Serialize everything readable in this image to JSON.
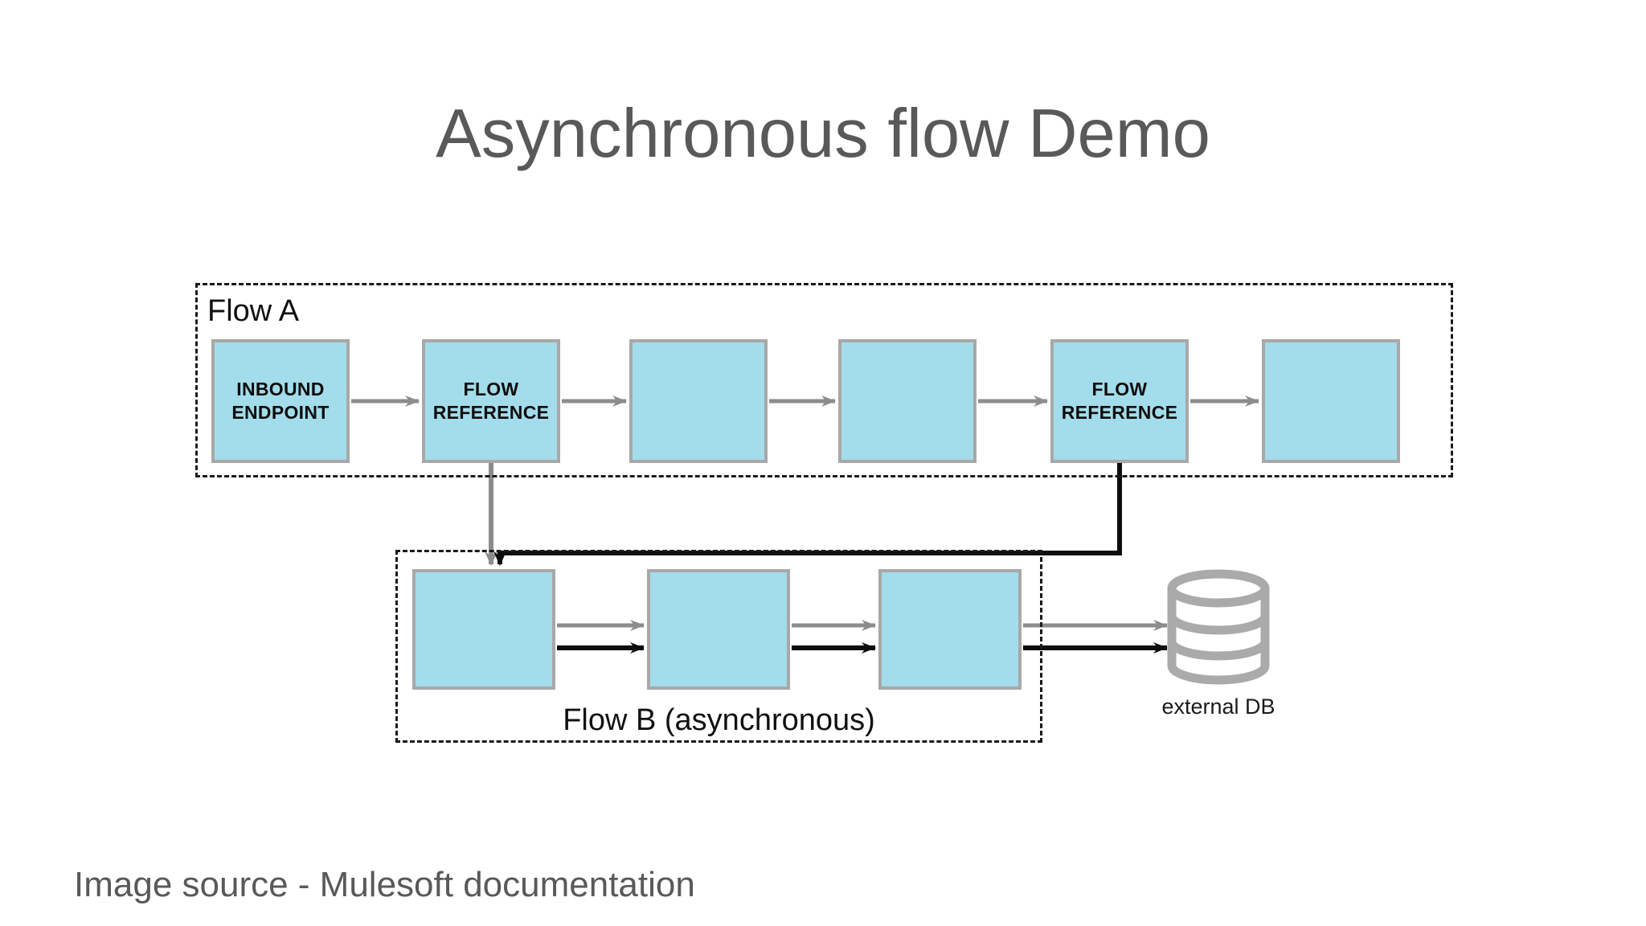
{
  "slide": {
    "title": "Asynchronous flow Demo",
    "source_caption": "Image source - Mulesoft documentation",
    "title_color": "#595959",
    "background_color": "#ffffff"
  },
  "diagram": {
    "type": "flow-diagram",
    "box_fill_color": "#a3dcea",
    "box_border_color": "#a8a8a8",
    "group_border_color": "#1a1a1a",
    "gray_connector_color": "#8c8c8c",
    "black_connector_color": "#0d0d0d",
    "db_color": "#aaaaaa",
    "groups": [
      {
        "id": "flow-a",
        "label": "Flow A",
        "label_position": "top-left",
        "boxes": [
          {
            "id": "a1",
            "label": "INBOUND\nENDPOINT"
          },
          {
            "id": "a2",
            "label": "FLOW\nREFERENCE"
          },
          {
            "id": "a3",
            "label": ""
          },
          {
            "id": "a4",
            "label": ""
          },
          {
            "id": "a5",
            "label": "FLOW\nREFERENCE"
          },
          {
            "id": "a6",
            "label": ""
          }
        ]
      },
      {
        "id": "flow-b",
        "label": "Flow B (asynchronous)",
        "label_position": "bottom-center",
        "boxes": [
          {
            "id": "b1",
            "label": ""
          },
          {
            "id": "b2",
            "label": ""
          },
          {
            "id": "b3",
            "label": ""
          }
        ]
      }
    ],
    "external_store": {
      "id": "external-db",
      "label": "external DB",
      "shape": "cylinder",
      "bands": 3
    },
    "connections": [
      {
        "from": "a1",
        "to": "a2",
        "style": "gray-arrow"
      },
      {
        "from": "a2",
        "to": "a3",
        "style": "gray-arrow"
      },
      {
        "from": "a3",
        "to": "a4",
        "style": "gray-arrow"
      },
      {
        "from": "a4",
        "to": "a5",
        "style": "gray-arrow"
      },
      {
        "from": "a5",
        "to": "a6",
        "style": "gray-arrow"
      },
      {
        "from": "a2",
        "to": "b1",
        "style": "gray-arrow-down"
      },
      {
        "from": "a5",
        "to": "b1",
        "style": "black-arrow-routed"
      },
      {
        "from": "b1",
        "to": "b2",
        "style": "gray-arrow"
      },
      {
        "from": "b1",
        "to": "b2",
        "style": "black-arrow"
      },
      {
        "from": "b2",
        "to": "b3",
        "style": "gray-arrow"
      },
      {
        "from": "b2",
        "to": "b3",
        "style": "black-arrow"
      },
      {
        "from": "b3",
        "to": "external-db",
        "style": "gray-arrow"
      },
      {
        "from": "b3",
        "to": "external-db",
        "style": "black-arrow"
      }
    ]
  }
}
